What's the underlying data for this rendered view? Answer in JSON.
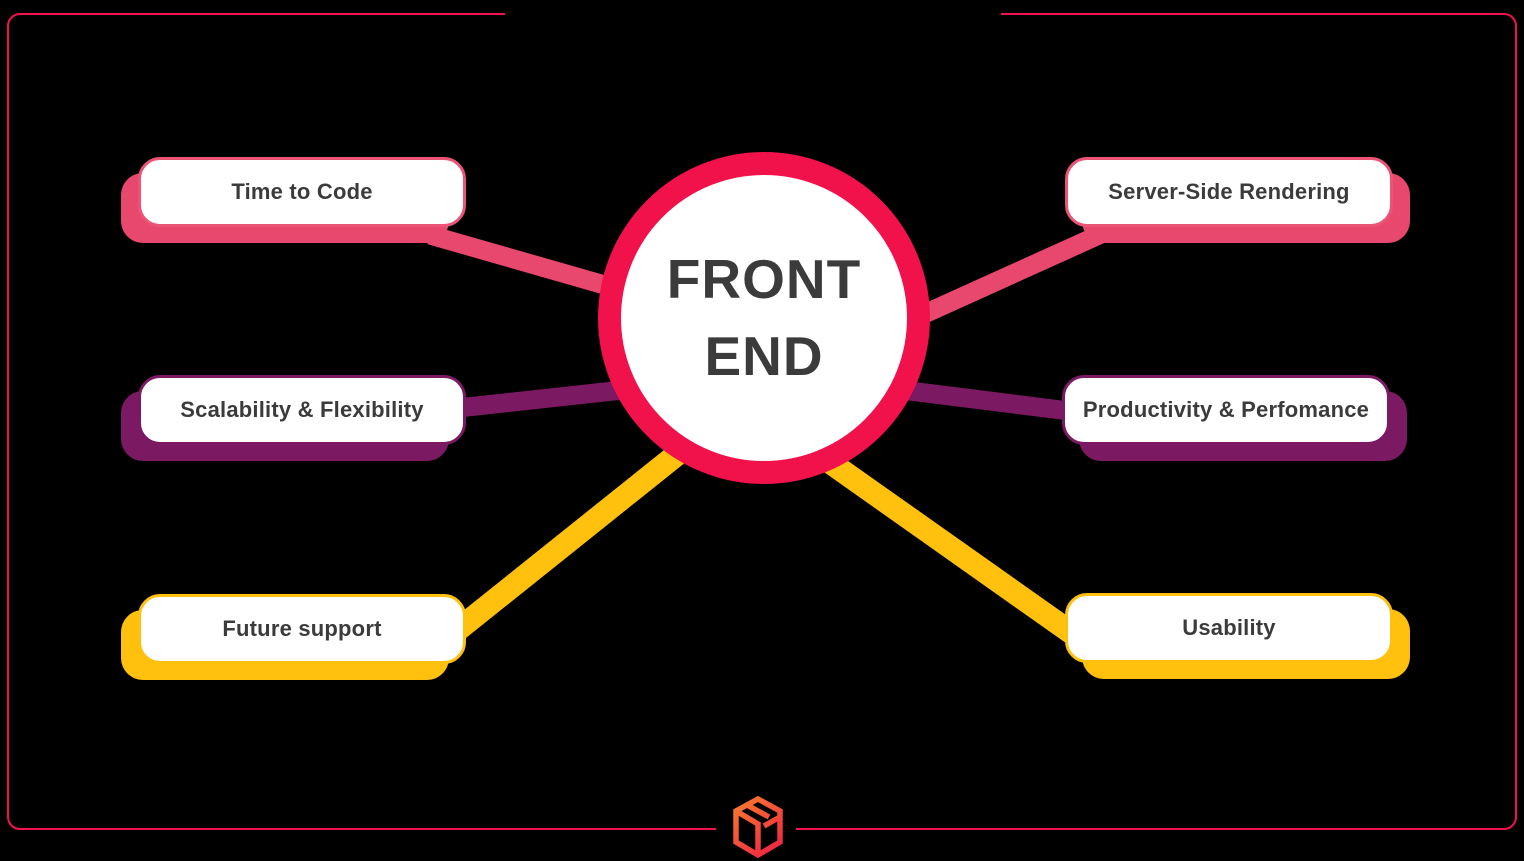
{
  "diagram": {
    "center": {
      "line1": "FRONT",
      "line2": "END",
      "ring_color": "#F1114B",
      "fill": "#FFFFFF",
      "text_color": "#3B3B3B"
    },
    "nodes": [
      {
        "label": "Time to Code",
        "side": "left",
        "color": "#E8486D"
      },
      {
        "label": "Scalability & Flexibility",
        "side": "left",
        "color": "#7B1A62"
      },
      {
        "label": "Future support",
        "side": "left",
        "color": "#FFC10D"
      },
      {
        "label": "Server-Side Rendering",
        "side": "right",
        "color": "#E8486D"
      },
      {
        "label": "Productivity & Perfomance",
        "side": "right",
        "color": "#7B1A62"
      },
      {
        "label": "Usability",
        "side": "right",
        "color": "#FFC10D"
      }
    ],
    "frame": {
      "border_color": "#F0134D",
      "background": "#000000"
    },
    "logo": {
      "icon": "cube-logo",
      "gradient_start": "#F9812C",
      "gradient_end": "#EE1A45"
    }
  }
}
